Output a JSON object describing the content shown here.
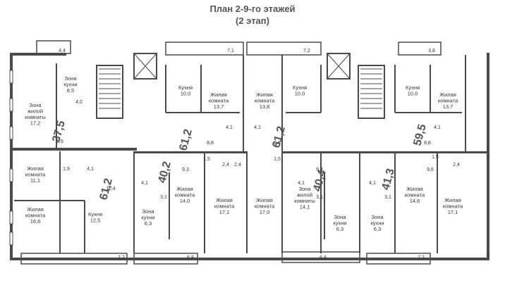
{
  "title": "План 2-9-го этажей",
  "subtitle": "(2 этап)",
  "apartments": [
    "37,5",
    "61,2",
    "61,2",
    "59,5",
    "61,2",
    "40,2",
    "40,4",
    "41,3"
  ],
  "rooms": [
    {
      "label": "Зона\nкухни",
      "area": "8,5"
    },
    {
      "label": "Зона\nжилой\nкомнаты",
      "area": "17,2"
    },
    {
      "label": "Кухня",
      "area": "10,0"
    },
    {
      "label": "Жилая\nкомната",
      "area": "13,7"
    },
    {
      "label": "Жилая\nкомната",
      "area": "13,8"
    },
    {
      "label": "Кухня",
      "area": "10,0"
    },
    {
      "label": "Кухня",
      "area": "10,0"
    },
    {
      "label": "Жилая\nкомната",
      "area": "13,7"
    },
    {
      "label": "Жилая\nкомната",
      "area": "11,1"
    },
    {
      "label": "Жилая\nкомната",
      "area": "16,6"
    },
    {
      "label": "Кухня",
      "area": "12,5"
    },
    {
      "label": "Жилая\nкомната",
      "area": "14,0"
    },
    {
      "label": "Зона\nкухни",
      "area": "6,3"
    },
    {
      "label": "Жилая\nкомната",
      "area": "17,1"
    },
    {
      "label": "Жилая\nкомната",
      "area": "17,0"
    },
    {
      "label": "Зона\nжилой\nкомнаты",
      "area": "14,1"
    },
    {
      "label": "Зона\nкухни",
      "area": "6,3"
    },
    {
      "label": "Зона\nкухни",
      "area": "6,3"
    },
    {
      "label": "Жилая\nкомната",
      "area": "14,6"
    },
    {
      "label": "Жилая\nкомната",
      "area": "17,1"
    }
  ],
  "small_areas": [
    "4,4",
    "7,1",
    "7,2",
    "3,8",
    "4,0",
    "5,6",
    "4,1",
    "8,8",
    "4,1",
    "8,8",
    "4,1",
    "8,8",
    "1,9",
    "4,1",
    "11,4",
    "9,3",
    "1,5",
    "2,4",
    "2,4",
    "1,5",
    "9,4",
    "9,6",
    "1,5",
    "2,4",
    "4,1",
    "3,1",
    "4,1",
    "3,1",
    "4,1",
    "3,1",
    "7,2",
    "6,8",
    "6,8",
    "7,2"
  ]
}
